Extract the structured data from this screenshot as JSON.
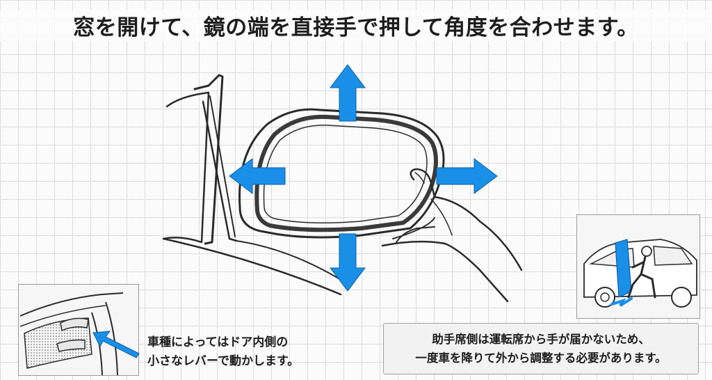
{
  "title": "窓を開けて、鏡の端を直接手で押して角度を合わせます。",
  "note_lever": {
    "line1": "車種によってはドア内側の",
    "line2": "小さなレバーで動かします。"
  },
  "note_passenger": {
    "line1": "助手席側は運転席から手が届かないため、",
    "line2": "一度車を降りて外から調整する必要があります。"
  },
  "colors": {
    "arrow": "#1a8fe8",
    "ink": "#1d1d1d",
    "grid": "#dcdcdc"
  },
  "icons": {
    "arrow_up": "arrow-up-icon",
    "arrow_down": "arrow-down-icon",
    "arrow_left": "arrow-left-icon",
    "arrow_right": "arrow-right-icon"
  }
}
